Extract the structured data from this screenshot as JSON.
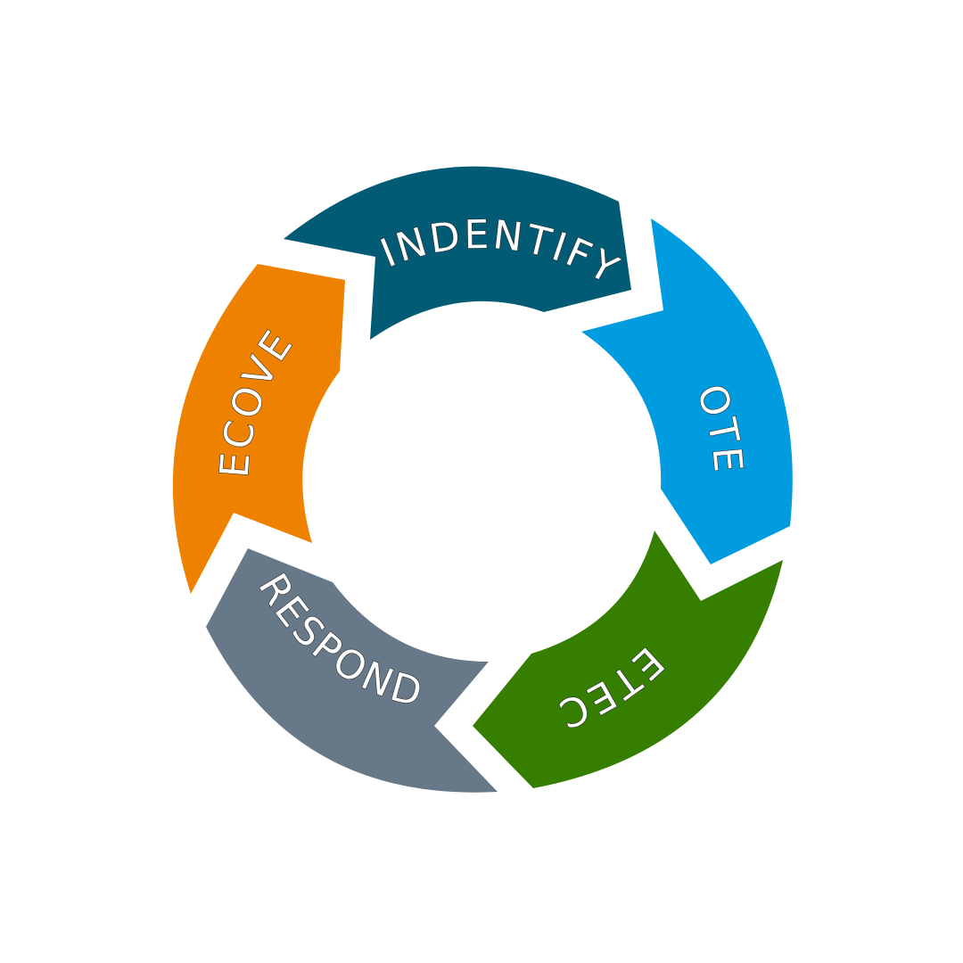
{
  "diagram": {
    "segments": [
      {
        "id": "identify",
        "label": "INDENTIFY",
        "color": "#015b75"
      },
      {
        "id": "protect",
        "label": "PROTECT",
        "color": "#019ce0"
      },
      {
        "id": "detect",
        "label": "DETECT",
        "color": "#357e00"
      },
      {
        "id": "respond",
        "label": "RESPOND",
        "color": "#677989"
      },
      {
        "id": "recover",
        "label": "RECOVER",
        "color": "#ee8200"
      }
    ]
  }
}
